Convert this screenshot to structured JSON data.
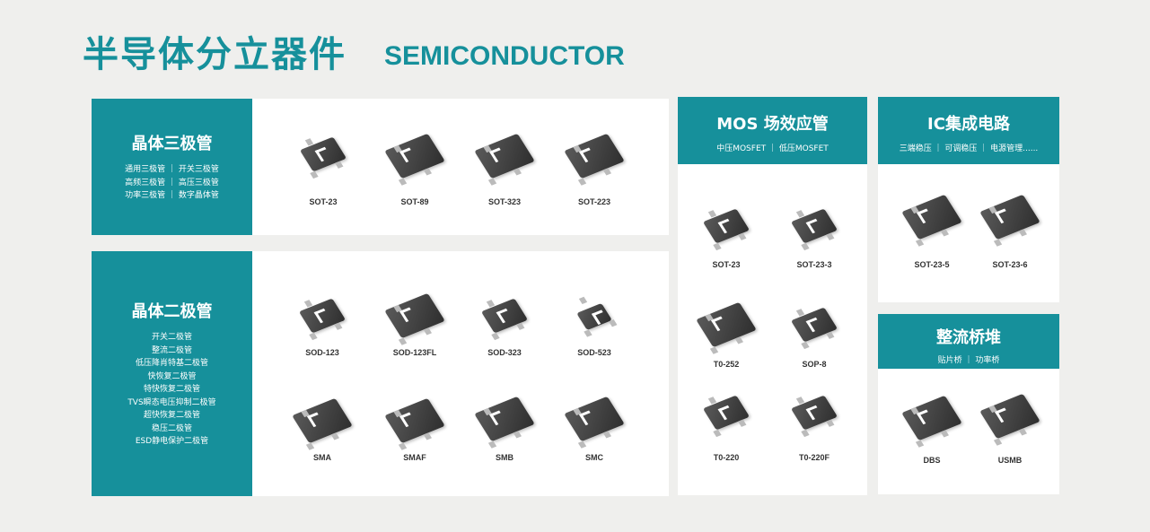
{
  "header": {
    "title_cn": "半导体分立器件",
    "title_en": "SEMICONDUCTOR"
  },
  "transistor": {
    "title": "晶体三极管",
    "lines": [
      "通用三极管 ｜ 开关三极管",
      "高频三极管 ｜ 高压三极管",
      "功率三极管 ｜ 数字晶体管"
    ],
    "products": [
      "SOT-23",
      "SOT-89",
      "SOT-323",
      "SOT-223"
    ]
  },
  "diode": {
    "title": "晶体二极管",
    "lines": [
      "开关二极管",
      "整流二极管",
      "低压降肖特基二极管",
      "快恢复二极管",
      "特快恢复二极管",
      "TVS瞬态电压抑制二极管",
      "超快恢复二极管",
      "稳压二极管",
      "ESD静电保护二极管"
    ],
    "products": [
      "SOD-123",
      "SOD-123FL",
      "SOD-323",
      "SOD-523",
      "SMA",
      "SMAF",
      "SMB",
      "SMC"
    ]
  },
  "mos": {
    "title": "MOS 场效应管",
    "sub": "中压MOSFET ｜ 低压MOSFET",
    "products": [
      "SOT-23",
      "SOT-23-3",
      "T0-252",
      "SOP-8",
      "T0-220",
      "T0-220F"
    ]
  },
  "ic": {
    "title": "IC集成电路",
    "sub": "三端稳压 ｜ 可调稳压 ｜ 电源管理......",
    "products": [
      "SOT-23-5",
      "SOT-23-6"
    ]
  },
  "bridge": {
    "title": "整流桥堆",
    "sub": "贴片桥 ｜ 功率桥",
    "products": [
      "DBS",
      "USMB"
    ]
  }
}
